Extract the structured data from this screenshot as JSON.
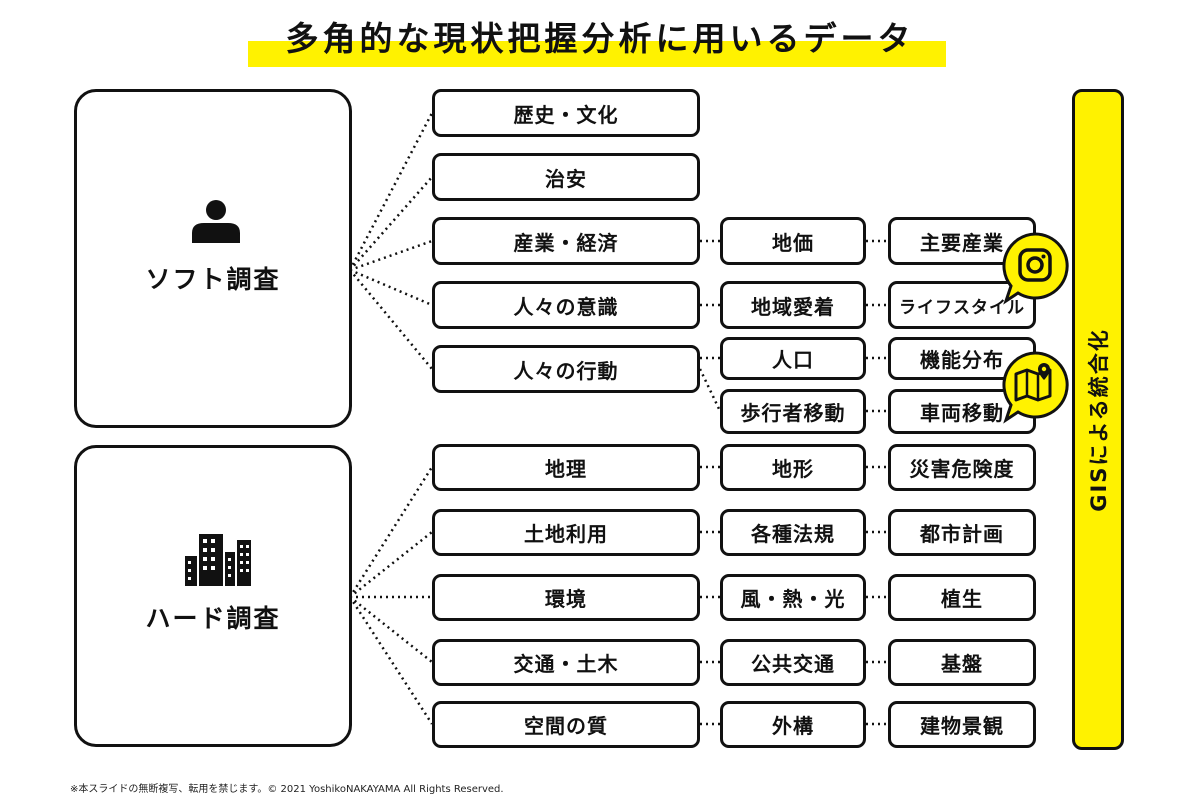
{
  "title": "多角的な現状把握分析に用いるデータ",
  "soft": {
    "label": "ソフト調査",
    "icon": "person-icon"
  },
  "hard": {
    "label": "ハード調査",
    "icon": "buildings-icon"
  },
  "soft_rows": [
    {
      "col1": "歴史・文化"
    },
    {
      "col1": "治安"
    },
    {
      "col1": "産業・経済",
      "col2": "地価",
      "col3": "主要産業"
    },
    {
      "col1": "人々の意識",
      "col2": "地域愛着",
      "col3": "ライフスタイル"
    },
    {
      "col1": "人々の行動",
      "col2": "人口",
      "col3": "機能分布",
      "col2b": "歩行者移動",
      "col3b": "車両移動"
    }
  ],
  "hard_rows": [
    {
      "col1": "地理",
      "col2": "地形",
      "col3": "災害危険度"
    },
    {
      "col1": "土地利用",
      "col2": "各種法規",
      "col3": "都市計画"
    },
    {
      "col1": "環境",
      "col2": "風・熱・光",
      "col3": "植生"
    },
    {
      "col1": "交通・土木",
      "col2": "公共交通",
      "col3": "基盤"
    },
    {
      "col1": "空間の質",
      "col2": "外構",
      "col3": "建物景観"
    }
  ],
  "gis_label": "GISによる統合化",
  "badges": [
    {
      "icon": "instagram-icon"
    },
    {
      "icon": "map-pin-icon"
    }
  ],
  "colors": {
    "accent": "#fff200",
    "ink": "#111111"
  },
  "footer": "※本スライドの無断複写、転用を禁じます。©  2021  YoshikoNAKAYAMA   All Rights Reserved."
}
